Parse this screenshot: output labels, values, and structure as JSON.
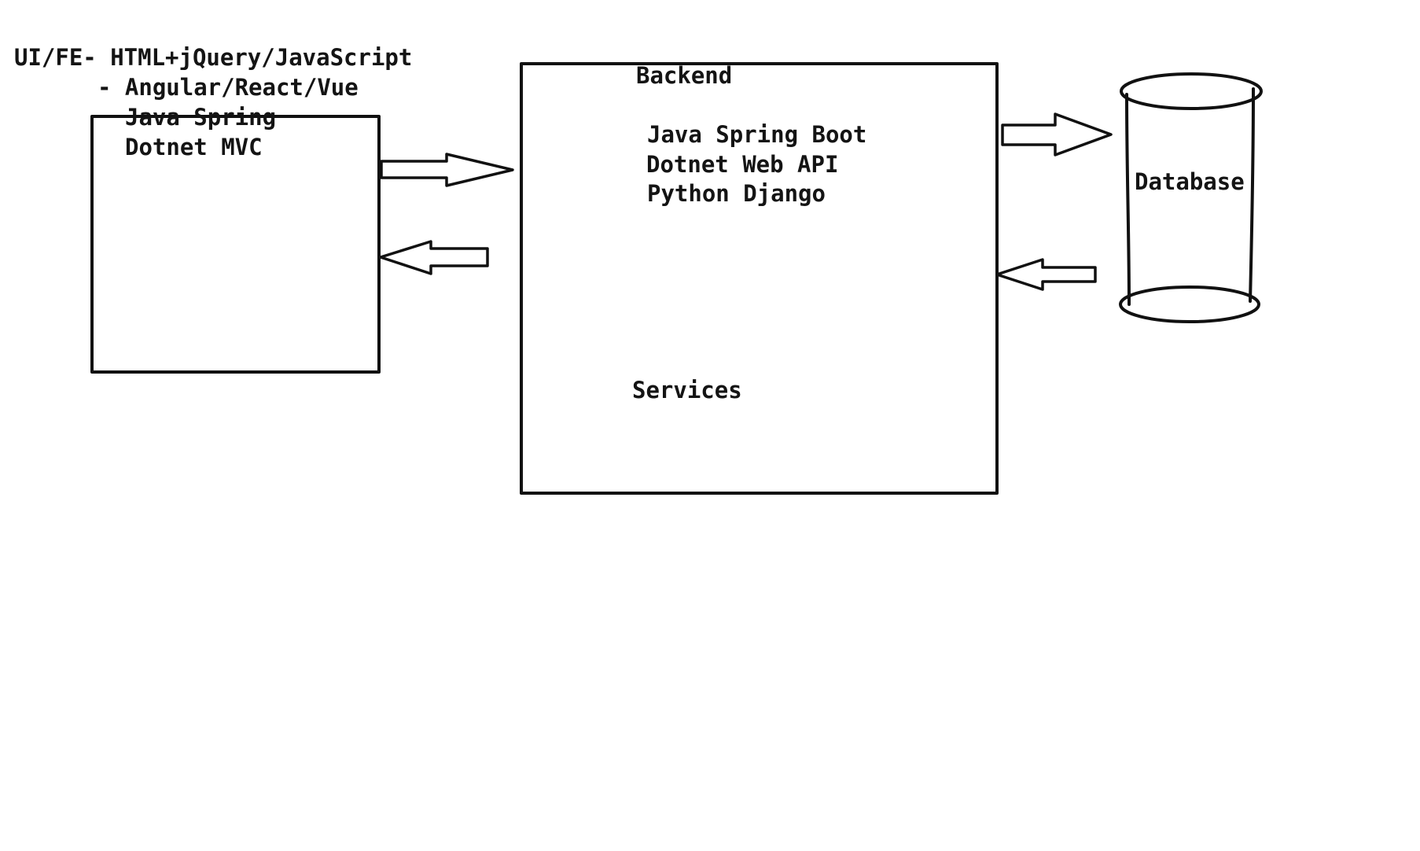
{
  "frontend": {
    "line1": "UI/FE- HTML+jQuery/JavaScript",
    "line2": "- Angular/React/Vue",
    "line3": "Java Spring",
    "line4": "Dotnet MVC"
  },
  "backend": {
    "title": "Backend",
    "stack1": "Java Spring Boot",
    "stack2": "Dotnet Web API",
    "stack3": "Python Django",
    "services": "Services"
  },
  "database": {
    "label": "Database"
  }
}
